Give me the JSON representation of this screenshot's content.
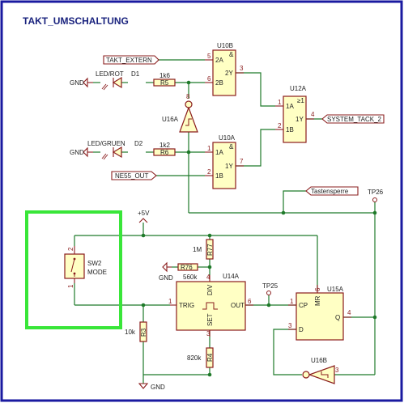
{
  "title": "TAKT_UMSCHALTUNG",
  "colors": {
    "frame": "#1a1aa0",
    "wire": "#1f7a2a",
    "part": "#8a1c1c",
    "fill": "#ffffc4",
    "highlight": "#39e639"
  },
  "labels": {
    "takt_extern": "TAKT_EXTERN",
    "ne55_out": "NE55_OUT",
    "system_takt": "SYSTEM_TACK_2",
    "tastensperre": "Tastensperre",
    "gnd": "GND",
    "vcc": "+5V"
  },
  "u10b": {
    "ref": "U10B",
    "pin_2a": "2A",
    "pin_2b": "2B",
    "pin_2y": "2Y",
    "n5": "5",
    "n6": "6",
    "n3": "3"
  },
  "u10a": {
    "ref": "U10A",
    "pin_1a": "1A",
    "pin_1b": "1B",
    "pin_1y": "1Y",
    "n1": "1",
    "n2": "2",
    "n7": "7"
  },
  "u12a": {
    "ref": "U12A",
    "pin_1a": "1A",
    "pin_1b": "1B",
    "pin_1y": "1Y",
    "n1": "1",
    "n2": "2",
    "n4": "4"
  },
  "u16a": {
    "ref": "U16A",
    "n8": "8"
  },
  "u16b": {
    "ref": "U16B",
    "n3": "3"
  },
  "u14a": {
    "ref": "U14A",
    "trig": "TRIG",
    "out": "OUT",
    "div": "DIV",
    "set": "SET",
    "n1": "1",
    "n6": "6",
    "n4": "4",
    "n3": "3"
  },
  "u15a": {
    "ref": "U15A",
    "cp": "CP",
    "d": "D",
    "mr": "MR",
    "q": "Q",
    "n1": "1",
    "n3": "3",
    "n4": "4",
    "n6": "6"
  },
  "d1": {
    "ref": "D1",
    "label": "LED/ROT"
  },
  "d2": {
    "ref": "D2",
    "label": "LED/GRUEN"
  },
  "r5": {
    "ref": "R5",
    "value": "1k6"
  },
  "r6": {
    "ref": "R6",
    "value": "1k2"
  },
  "r3": {
    "ref": "R3",
    "value": "10k"
  },
  "r4": {
    "ref": "R4",
    "value": "820k"
  },
  "r76": {
    "ref": "R76",
    "value": "560k"
  },
  "r77": {
    "ref": "R77",
    "value": "1M"
  },
  "sw2": {
    "ref": "SW2",
    "label": "MODE",
    "n1": "1",
    "n2": "2"
  },
  "tp25": {
    "ref": "TP25"
  },
  "tp26": {
    "ref": "TP26"
  }
}
